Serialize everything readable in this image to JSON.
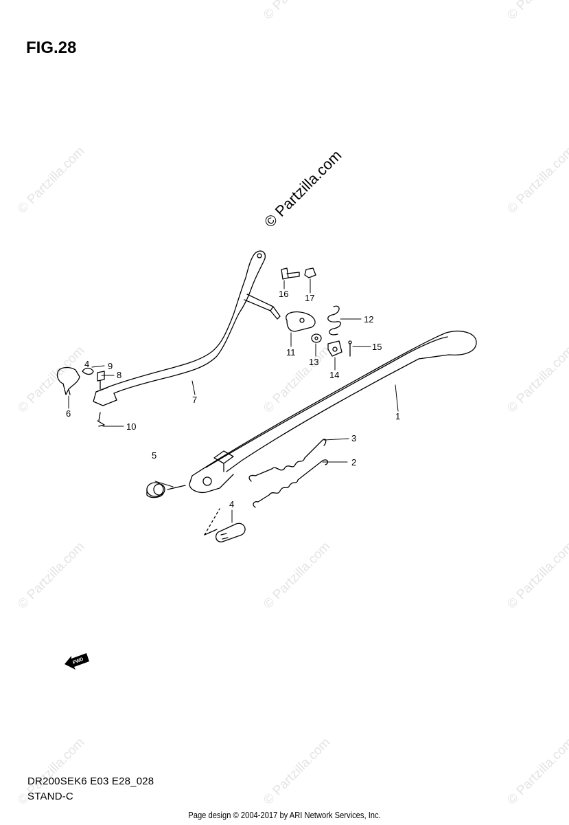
{
  "figure": {
    "title": "FIG.28",
    "watermark_center": "© Partzilla.com",
    "watermark_repeat": "© Partzilla.com"
  },
  "callouts": [
    "1",
    "2",
    "3",
    "4",
    "4",
    "5",
    "6",
    "7",
    "8",
    "9",
    "10",
    "11",
    "12",
    "13",
    "14",
    "15",
    "16",
    "17"
  ],
  "fwd_label": "FWD",
  "footer": {
    "code": "DR200SEK6 E03 E28_028",
    "section": "STAND-C",
    "copyright": "Page design © 2004-2017 by ARI Network Services, Inc."
  }
}
